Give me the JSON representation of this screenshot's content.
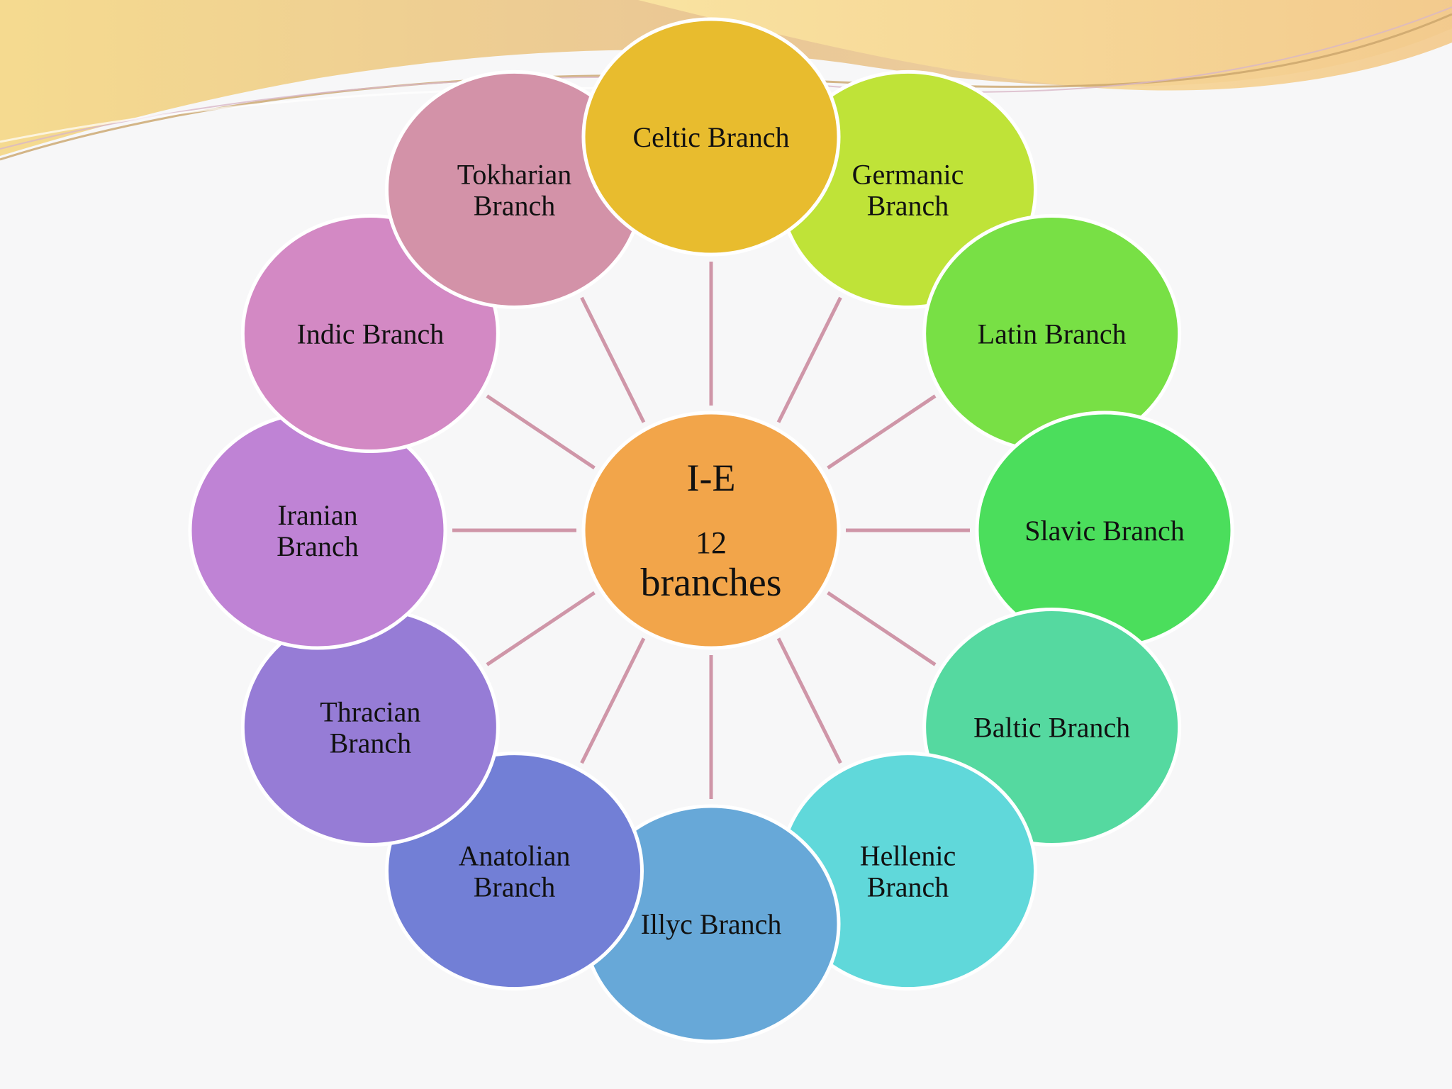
{
  "center": {
    "lines": [
      "I-E",
      "12",
      "branches"
    ],
    "color": "#f2a54a"
  },
  "branches": [
    {
      "id": "celtic",
      "label": [
        "Celtic Branch"
      ],
      "color": "#e8bc2e"
    },
    {
      "id": "germanic",
      "label": [
        "Germanic",
        "Branch"
      ],
      "color": "#bfe338"
    },
    {
      "id": "latin",
      "label": [
        "Latin Branch"
      ],
      "color": "#78e045"
    },
    {
      "id": "slavic",
      "label": [
        "Slavic Branch"
      ],
      "color": "#4bde5c"
    },
    {
      "id": "baltic",
      "label": [
        "Baltic Branch"
      ],
      "color": "#55d9a0"
    },
    {
      "id": "hellenic",
      "label": [
        "Hellenic",
        "Branch"
      ],
      "color": "#60d8da"
    },
    {
      "id": "illyc",
      "label": [
        "Illyc Branch"
      ],
      "color": "#67a8d8"
    },
    {
      "id": "anatolian",
      "label": [
        "Anatolian",
        "Branch"
      ],
      "color": "#727fd6"
    },
    {
      "id": "thracian",
      "label": [
        "Thracian",
        "Branch"
      ],
      "color": "#967cd6"
    },
    {
      "id": "iranian",
      "label": [
        "Iranian",
        "Branch"
      ],
      "color": "#bf83d5"
    },
    {
      "id": "indic",
      "label": [
        "Indic Branch"
      ],
      "color": "#d389c4"
    },
    {
      "id": "tokharian",
      "label": [
        "Tokharian",
        "Branch"
      ],
      "color": "#d392a8"
    }
  ],
  "connector_color": "#cf96a8",
  "background_color": "#f7f7f8"
}
